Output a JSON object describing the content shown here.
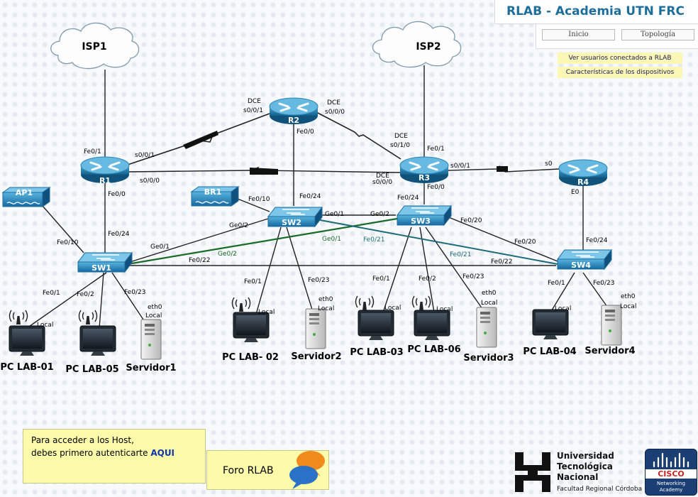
{
  "header": {
    "title": "RLAB - Academia UTN FRC"
  },
  "nav": {
    "inicio": "Inicio",
    "topologia": "Topología"
  },
  "links": {
    "usuarios": "Ver usuarios conectados a RLAB",
    "caracteristicas": "Características de los dispositivos"
  },
  "auth": {
    "line1": "Para acceder a los Host,",
    "line2": "debes primero autenticarte ",
    "link": "AQUI"
  },
  "foro": {
    "label": "Foro RLAB"
  },
  "utn": {
    "line1": "Universidad",
    "line2": "Tecnológica",
    "line3": "Nacional",
    "sub": "Facultad Regional Córdoba"
  },
  "cisco": {
    "name": "CISCO",
    "line1": "Networking",
    "line2": "Academy"
  },
  "clouds": {
    "isp1": "ISP1",
    "isp2": "ISP2"
  },
  "routers": {
    "r1": "R1",
    "r2": "R2",
    "r3": "R3",
    "r4": "R4"
  },
  "switches": {
    "sw1": "SW1",
    "sw2": "SW2",
    "sw3": "SW3",
    "sw4": "SW4"
  },
  "aps": {
    "ap1": "AP1",
    "br1": "BR1"
  },
  "hosts": {
    "pc01": "PC LAB-01",
    "pc05": "PC LAB-05",
    "srv1": "Servidor1",
    "pc02": "PC LAB- 02",
    "srv2": "Servidor2",
    "pc03": "PC LAB-03",
    "pc06": "PC LAB-06",
    "srv3": "Servidor3",
    "pc04": "PC LAB-04",
    "srv4": "Servidor4"
  },
  "ports": {
    "dce": "DCE",
    "s0_0_1": "s0/0/1",
    "s0_0_0": "s0/0/0",
    "s0_1_0": "s0/1/0",
    "s0": "s0",
    "e0": "E0",
    "fe0_0": "Fe0/0",
    "fe0_1": "Fe0/1",
    "fe0_2": "Fe0/2",
    "fe0_10": "Fe0/10",
    "fe0_20": "Fe0/20",
    "fe0_21": "Fe0/21",
    "fe0_22": "Fe0/22",
    "fe0_23": "Fe0/23",
    "fe0_24": "Fe0/24",
    "ge0_1": "Ge0/1",
    "ge0_2": "Ge0/2",
    "eth0": "eth0",
    "local": "Local"
  },
  "colors": {
    "router": "#1a74a3",
    "switch": "#1f7fb0",
    "title": "#1e6e9c",
    "link_green": "#1a6b2a",
    "link_teal": "#1c6a7a",
    "note_yellow": "#fbfbaa"
  }
}
